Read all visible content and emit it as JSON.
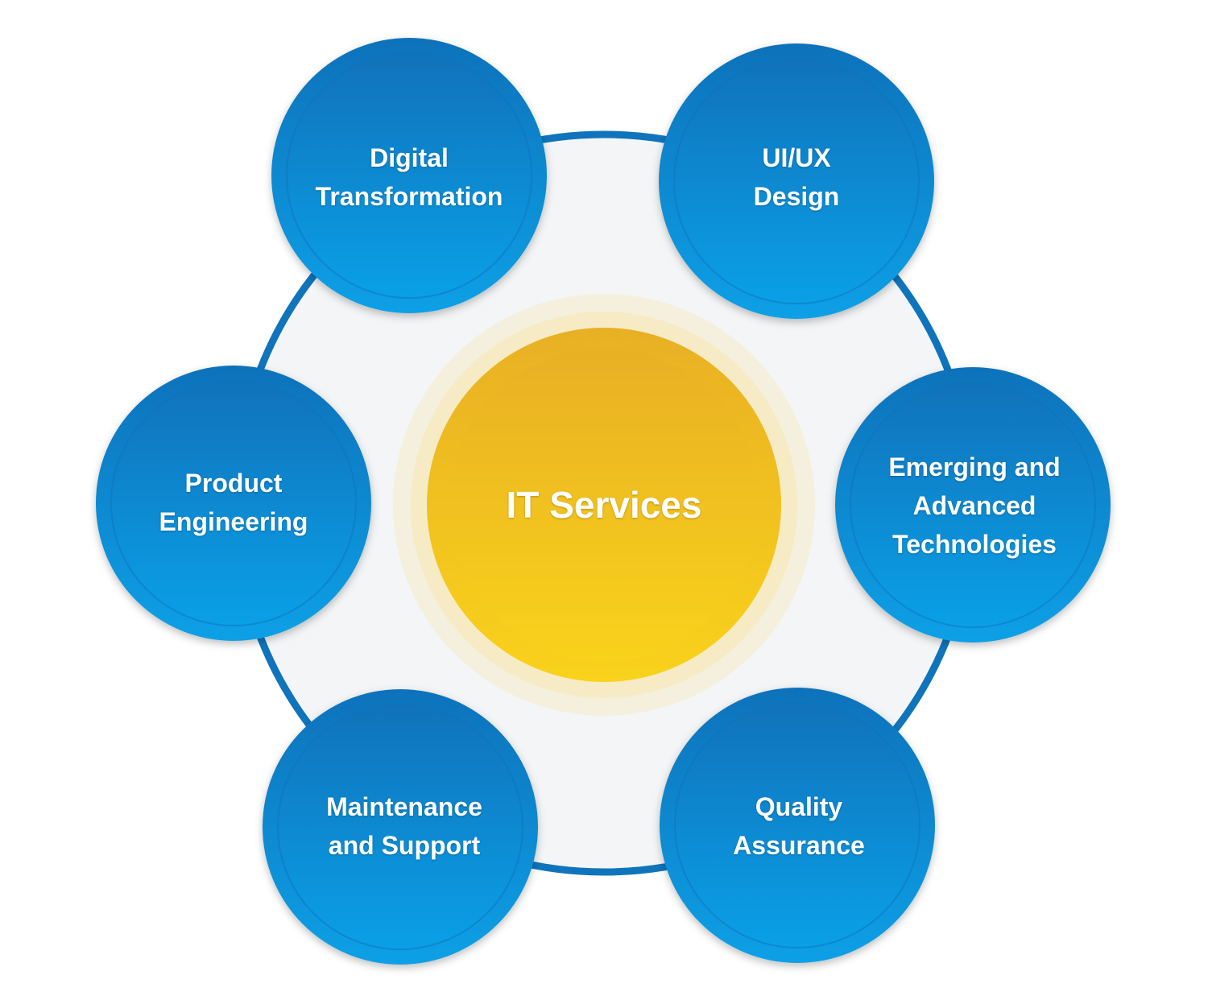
{
  "colors": {
    "ring_fill": "#f4f5f6",
    "ring_stroke": "#0f74bc",
    "node_dark": "#1072bb",
    "node_light": "#0aa0e6",
    "center_dark": "#e8b024",
    "center_light": "#f9d21b",
    "glow": "#f6e7b0",
    "text": "#ffffff"
  },
  "center": {
    "label": "IT Services"
  },
  "services": [
    {
      "label": "Digital\nTransformation"
    },
    {
      "label": "UI/UX\nDesign"
    },
    {
      "label": "Product\nEngineering"
    },
    {
      "label": "Emerging and\nAdvanced\nTechnologies"
    },
    {
      "label": "Maintenance\nand Support"
    },
    {
      "label": "Quality\nAssurance"
    }
  ]
}
